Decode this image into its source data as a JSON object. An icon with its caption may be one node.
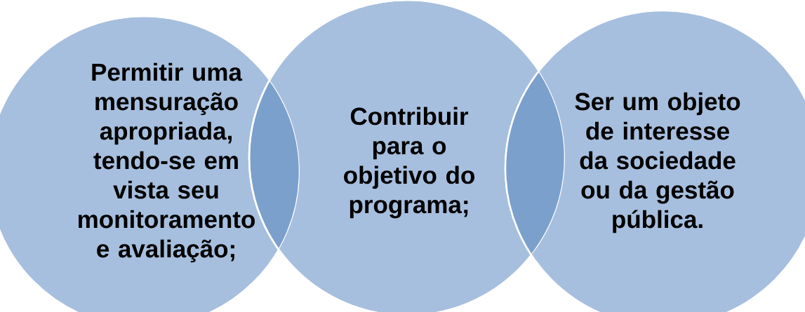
{
  "diagram": {
    "nodes": [
      {
        "text": [
          "Permitir uma mensuração apropriada, tendo-se em vista seu monitoramento e avaliação;"
        ]
      },
      {
        "text": [
          "Contribuir para o objetivo do programa;"
        ]
      },
      {
        "text": [
          "Ser um objeto de interesse da sociedade ou da gestão pública."
        ]
      }
    ]
  }
}
